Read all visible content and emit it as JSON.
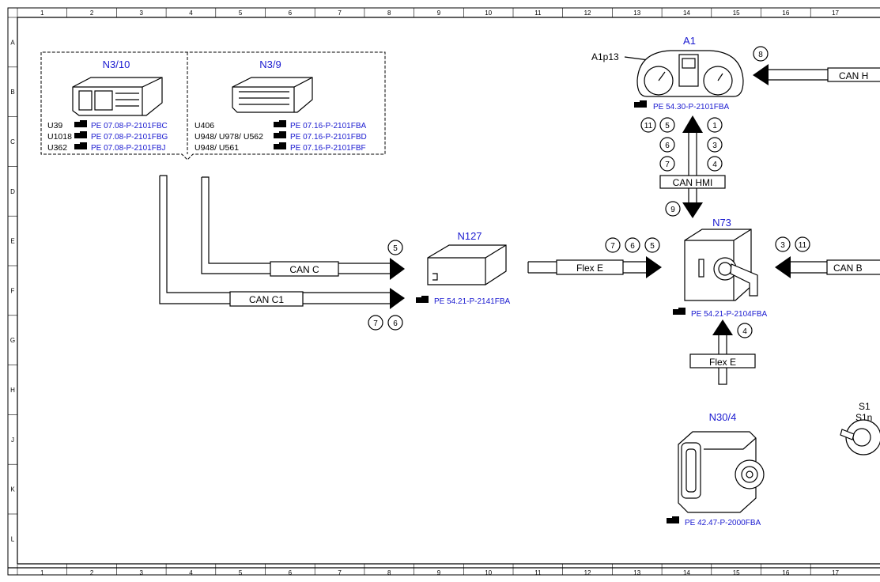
{
  "grid": {
    "columns": [
      "1",
      "2",
      "3",
      "4",
      "5",
      "6",
      "7",
      "8",
      "9",
      "10",
      "11",
      "12",
      "13",
      "14",
      "15",
      "16",
      "17"
    ],
    "rows": [
      "A",
      "B",
      "C",
      "D",
      "E",
      "F",
      "G",
      "H",
      "J",
      "K",
      "L"
    ]
  },
  "components": {
    "n3_10": {
      "label": "N3/10",
      "codes": [
        {
          "code": "U39",
          "ref": "PE 07.08-P-2101FBC"
        },
        {
          "code": "U1018",
          "ref": "PE 07.08-P-2101FBG"
        },
        {
          "code": "U362",
          "ref": "PE 07.08-P-2101FBJ"
        }
      ]
    },
    "n3_9": {
      "label": "N3/9",
      "codes": [
        {
          "code": "U406",
          "ref": "PE 07.16-P-2101FBA"
        },
        {
          "code": "U948/ U978/ U562",
          "ref": "PE 07.16-P-2101FBD"
        },
        {
          "code": "U948/ U561",
          "ref": "PE 07.16-P-2101FBF"
        }
      ]
    },
    "a1": {
      "label": "A1",
      "sublabel": "A1p13",
      "ref": "PE 54.30-P-2101FBA"
    },
    "n127": {
      "label": "N127",
      "ref": "PE 54.21-P-2141FBA"
    },
    "n73": {
      "label": "N73",
      "ref": "PE 54.21-P-2104FBA"
    },
    "n30_4": {
      "label": "N30/4",
      "ref": "PE 42.47-P-2000FBA"
    },
    "s1": {
      "label": "S1",
      "sublabel": "S1n"
    }
  },
  "buses": {
    "can_c": "CAN C",
    "can_c1": "CAN C1",
    "flex_e_top": "Flex E",
    "flex_e_bottom": "Flex E",
    "can_hmi": "CAN HMI",
    "can_b": "CAN B",
    "can_h": "CAN H"
  },
  "markers": {
    "can_c": [
      "5"
    ],
    "can_c1": [
      "7",
      "6"
    ],
    "flex_e": [
      "7",
      "6",
      "5"
    ],
    "a1_left": [
      "11",
      "5",
      "6",
      "7"
    ],
    "a1_right": [
      "1",
      "3",
      "4"
    ],
    "hmi_down": [
      "9"
    ],
    "can_h": [
      "8"
    ],
    "can_b": [
      "3",
      "11"
    ],
    "flex_bottom": [
      "4"
    ]
  }
}
